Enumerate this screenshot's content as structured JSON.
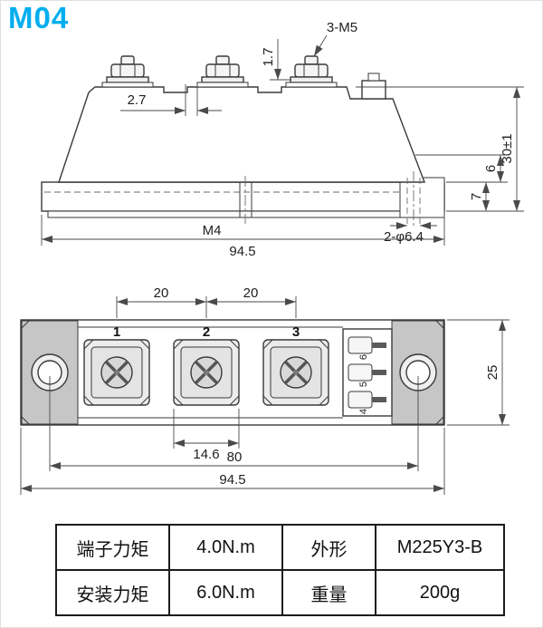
{
  "title": "M04",
  "colors": {
    "accent": "#00AEEF",
    "line": "#3A3A3A",
    "dim": "#4A4A4A"
  },
  "side_view": {
    "label_bolts": "3-M5",
    "dim_washer": "1.7",
    "dim_offset": "2.7",
    "dim_height": "30±1",
    "dim_step_top": "6",
    "dim_base_thickness": "7",
    "label_thread": "M4",
    "label_holes": "2-φ6.4",
    "dim_overall_width": "94.5"
  },
  "plan_view": {
    "dim_pitch_12": "20",
    "dim_pitch_23": "20",
    "terminal_numbers": [
      "1",
      "2",
      "3"
    ],
    "pin_numbers": [
      "6",
      "5",
      "4"
    ],
    "dim_depth": "25",
    "dim_terminal_width": "14.6",
    "dim_mount_spacing": "80",
    "dim_overall_width": "94.5"
  },
  "spec_table": {
    "rows": [
      [
        "端子力矩",
        "4.0N.m",
        "外形",
        "M225Y3-B"
      ],
      [
        "安装力矩",
        "6.0N.m",
        "重量",
        "200g"
      ]
    ]
  }
}
